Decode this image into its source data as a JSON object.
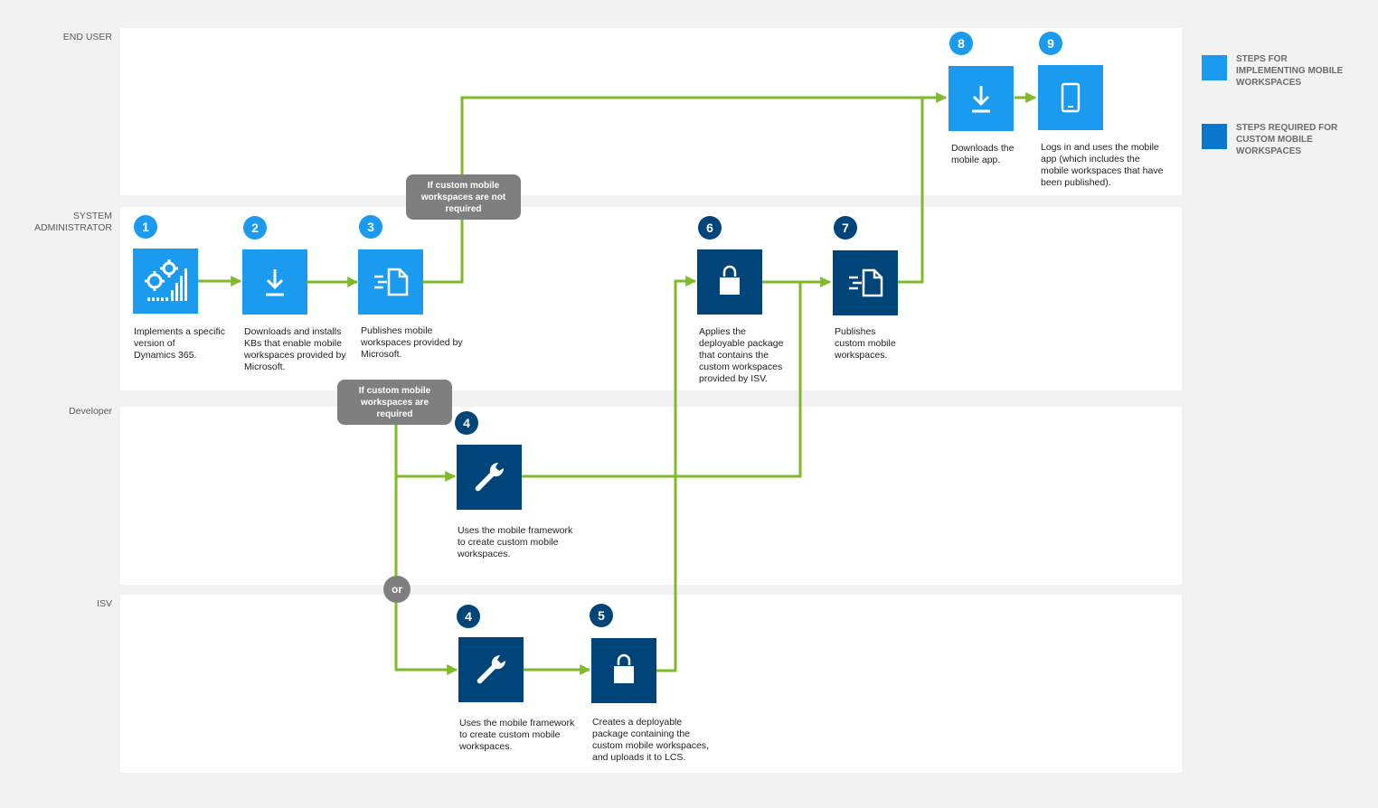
{
  "lanes": {
    "end_user": "END USER",
    "system_administrator": "SYSTEM\nADMINISTRATOR",
    "developer": "Developer",
    "isv": "ISV"
  },
  "steps": {
    "s1": {
      "number": "1",
      "caption": "Implements a specific\nversion of\nDynamics 365.",
      "icon": "gears-chart-icon"
    },
    "s2": {
      "number": "2",
      "caption": "Downloads and installs\nKBs that enable mobile\nworkspaces provided by\nMicrosoft.",
      "icon": "download-icon"
    },
    "s3": {
      "number": "3",
      "caption": "Publishes mobile\nworkspaces provided by\nMicrosoft.",
      "icon": "publish-icon"
    },
    "s4_dev": {
      "number": "4",
      "caption": "Uses the mobile framework\nto create custom mobile\nworkspaces.",
      "icon": "wrench-icon"
    },
    "s4_isv": {
      "number": "4",
      "caption": "Uses the mobile framework\nto create custom mobile\nworkspaces.",
      "icon": "wrench-icon"
    },
    "s5": {
      "number": "5",
      "caption": "Creates a deployable\npackage containing the\ncustom mobile workspaces,\nand uploads it to LCS.",
      "icon": "package-icon"
    },
    "s6": {
      "number": "6",
      "caption": "Applies the\ndeployable package\nthat contains the\ncustom workspaces\nprovided by ISV.",
      "icon": "package-icon"
    },
    "s7": {
      "number": "7",
      "caption": "Publishes\ncustom mobile\nworkspaces.",
      "icon": "publish-icon"
    },
    "s8": {
      "number": "8",
      "caption": "Downloads the\nmobile app.",
      "icon": "download-icon"
    },
    "s9": {
      "number": "9",
      "caption": "Logs in and uses the mobile\napp (which includes the\nmobile workspaces that have\nbeen published).",
      "icon": "mobile-device-icon"
    }
  },
  "callouts": {
    "not_required": "If custom mobile\nworkspaces are not\nrequired",
    "required": "If custom mobile\nworkspaces are\nrequired",
    "or": "or"
  },
  "legend": {
    "implementing": "STEPS FOR\nIMPLEMENTING MOBILE\nWORKSPACES",
    "custom": "STEPS REQUIRED FOR\nCUSTOM MOBILE\nWORKSPACES"
  },
  "colors": {
    "light_step": "#1a9bf0",
    "dark_step": "#00457a",
    "connector": "#7fba2a",
    "callout": "#7f7f7f"
  }
}
